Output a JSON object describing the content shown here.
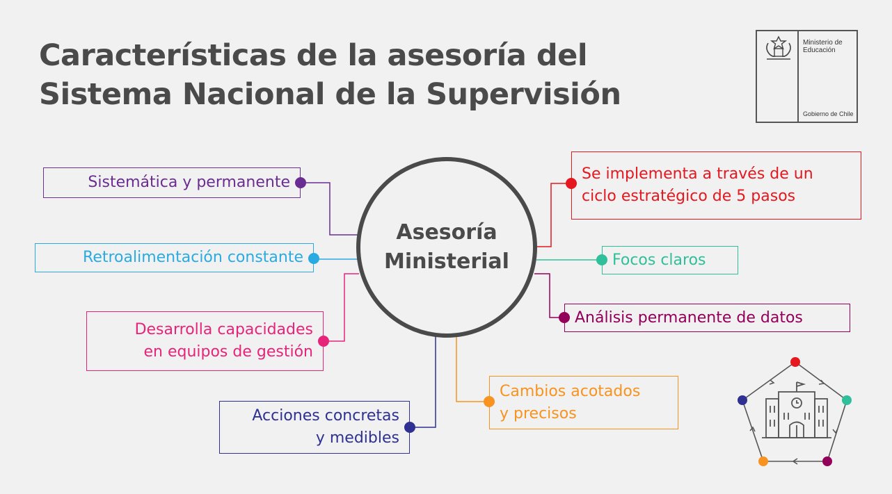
{
  "title": {
    "line1": "Características de la asesoría del",
    "line2": "Sistema Nacional de la Supervisión"
  },
  "logo": {
    "ministry_line1": "Ministerio de",
    "ministry_line2": "Educación",
    "government": "Gobierno de Chile",
    "icon": "chile-coat-of-arms-icon"
  },
  "center": {
    "line1": "Asesoría",
    "line2": "Ministerial"
  },
  "characteristics": [
    {
      "lines": [
        "Sistemática y permanente"
      ],
      "color": "#6a2d91"
    },
    {
      "lines": [
        "Retroalimentación constante"
      ],
      "color": "#29abe2"
    },
    {
      "lines": [
        "Desarrolla capacidades",
        "en equipos de gestión"
      ],
      "color": "#e6247a"
    },
    {
      "lines": [
        "Acciones concretas",
        "y medibles"
      ],
      "color": "#2e3192"
    },
    {
      "lines": [
        "Cambios acotados",
        "y precisos"
      ],
      "color": "#f7931e"
    },
    {
      "lines": [
        "Análisis permanente de datos"
      ],
      "color": "#93005a"
    },
    {
      "lines": [
        "Focos claros"
      ],
      "color": "#2fbf9a"
    },
    {
      "lines": [
        "Se implementa a través de un",
        "ciclo estratégico de 5 pasos"
      ],
      "color": "#e4181e"
    }
  ],
  "cycle_icon": {
    "icon": "school-cycle-icon",
    "node_colors": [
      "#e4181e",
      "#2fbf9a",
      "#93005a",
      "#f7931e",
      "#2e3192"
    ]
  }
}
